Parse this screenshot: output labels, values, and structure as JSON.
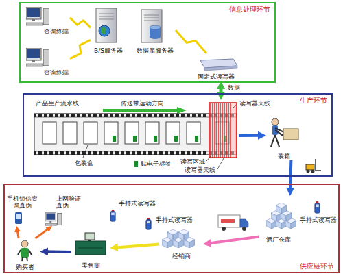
{
  "diagram": {
    "nodes": [
      {
        "text": [
          "信息处理环节"
        ]
      },
      {
        "text": [
          "查询终端"
        ],
        "in": 0
      },
      {
        "text": [
          "查询终端"
        ],
        "in": 0
      },
      {
        "text": [
          "B/S服务器"
        ],
        "in": 0
      },
      {
        "text": [
          "数据库服务器"
        ],
        "in": 0
      },
      {
        "text": [
          "固定式读写器"
        ],
        "in": 0
      },
      {
        "text": [
          "生产环节"
        ]
      },
      {
        "text": [
          "产品生产流水线"
        ],
        "in": 6
      },
      {
        "text": [
          "装箱"
        ],
        "in": 6
      },
      {
        "text": [
          "供应链环节"
        ]
      },
      {
        "text": [
          "酒厂仓库"
        ],
        "in": 9
      },
      {
        "text": [
          "经销商"
        ],
        "in": 9
      },
      {
        "text": [
          "零售商"
        ],
        "in": 9
      },
      {
        "text": [
          "购买者"
        ],
        "in": 9
      },
      {
        "text": [
          "手机短信查询真伪"
        ],
        "in": 9
      },
      {
        "text": [
          "上网验证真伪"
        ],
        "in": 9
      }
    ],
    "edges": [
      {
        "from": 1,
        "to": 3,
        "arrow": "none"
      },
      {
        "from": 2,
        "to": 3,
        "arrow": "none"
      },
      {
        "from": 4,
        "to": 5,
        "arrow": "none"
      },
      {
        "from": 5,
        "to": 7,
        "label": "数据",
        "arrow": "both"
      },
      {
        "from": 7,
        "to": 8,
        "arrow": "to"
      },
      {
        "from": 8,
        "to": 10,
        "arrow": "to"
      },
      {
        "from": 10,
        "to": 11,
        "arrow": "to"
      },
      {
        "from": 11,
        "to": 12,
        "arrow": "to"
      },
      {
        "from": 12,
        "to": 13,
        "arrow": "to"
      },
      {
        "from": 13,
        "to": 14,
        "arrow": "to"
      },
      {
        "from": 13,
        "to": 15,
        "arrow": "to"
      }
    ],
    "labels": [
      "传送带运动方向",
      "读写器天线",
      "包装盒",
      "贴电子标签",
      "读写区域",
      "读写器天线",
      "手持式读写器",
      "手持式读写器",
      "手持式读写器"
    ]
  }
}
